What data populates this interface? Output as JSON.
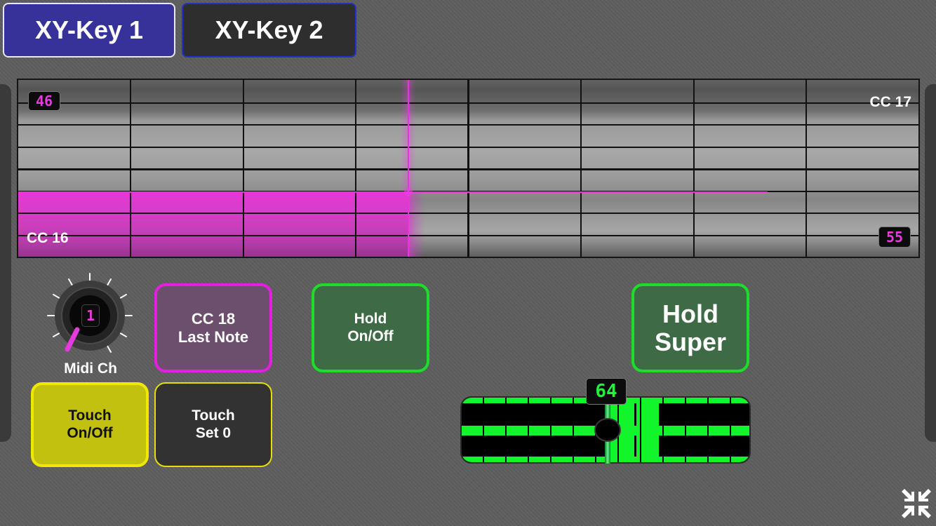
{
  "tabs": [
    {
      "label": "XY-Key 1",
      "active": true
    },
    {
      "label": "XY-Key 2",
      "active": false
    }
  ],
  "xy_pad": {
    "y_value": "46",
    "x_value": "55",
    "y_label": "CC 17",
    "x_label": "CC 16",
    "accent_color": "#e83adf"
  },
  "midi_channel": {
    "value": "1",
    "label": "Midi Ch"
  },
  "buttons": {
    "cc18": "CC 18\nLast Note",
    "hold": "Hold\nOn/Off",
    "hold_super": "Hold\nSuper",
    "touch": "Touch\nOn/Off",
    "touch_set": "Touch\nSet 0"
  },
  "slider": {
    "value": "64",
    "color": "#12f52c"
  },
  "icons": {
    "minimize": "compress-arrows-icon"
  }
}
